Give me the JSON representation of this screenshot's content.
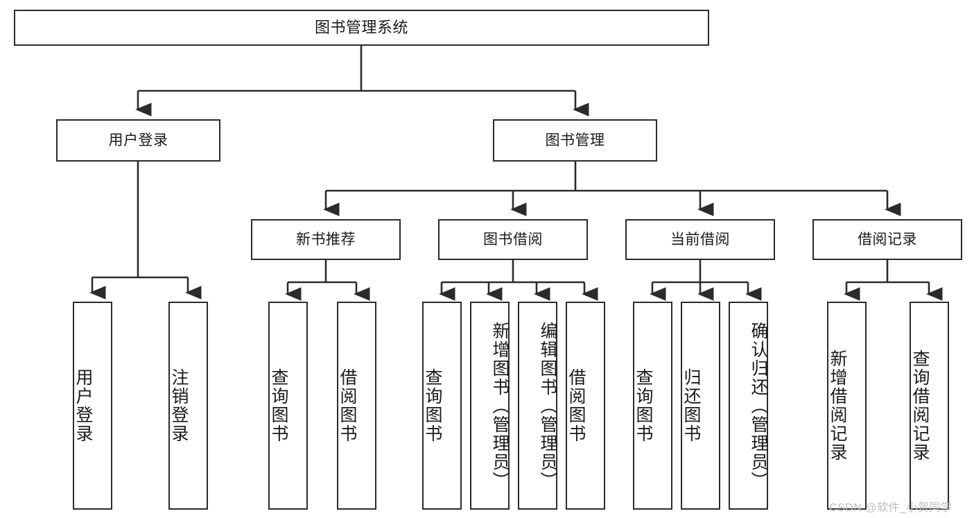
{
  "diagram": {
    "title": "图书管理系统",
    "type": "hierarchy-tree",
    "colors": {
      "box_border": "#2b2b2b",
      "box_fill": "#ffffff",
      "connector": "#2b2b2b",
      "watermark": "#bdbdbd",
      "background": "#ffffff"
    },
    "root": {
      "label": "图书管理系统"
    },
    "level2": [
      {
        "id": "user-login",
        "label": "用户登录"
      },
      {
        "id": "book-management",
        "label": "图书管理"
      }
    ],
    "level3": [
      {
        "id": "new-book-recommend",
        "label": "新书推荐"
      },
      {
        "id": "book-borrow",
        "label": "图书借阅"
      },
      {
        "id": "current-borrow",
        "label": "当前借阅"
      },
      {
        "id": "borrow-record",
        "label": "借阅记录"
      }
    ],
    "leaves": {
      "user-login": [
        {
          "id": "leaf-user-login",
          "label": "用户登录"
        },
        {
          "id": "leaf-logout",
          "label": "注销登录"
        }
      ],
      "new-book-recommend": [
        {
          "id": "leaf-query-book-1",
          "label": "查询图书"
        },
        {
          "id": "leaf-borrow-book-1",
          "label": "借阅图书"
        }
      ],
      "book-borrow": [
        {
          "id": "leaf-query-book-2",
          "label": "查询图书"
        },
        {
          "id": "leaf-add-book-admin",
          "label": "新增图书（管理员）"
        },
        {
          "id": "leaf-edit-book-admin",
          "label": "编辑图书（管理员）"
        },
        {
          "id": "leaf-borrow-book-2",
          "label": "借阅图书"
        }
      ],
      "current-borrow": [
        {
          "id": "leaf-query-book-3",
          "label": "查询图书"
        },
        {
          "id": "leaf-return-book",
          "label": "归还图书"
        },
        {
          "id": "leaf-confirm-return-admin",
          "label": "确认归还（管理员）"
        }
      ],
      "borrow-record": [
        {
          "id": "leaf-add-borrow-record",
          "label": "新增借阅记录"
        },
        {
          "id": "leaf-query-borrow-record",
          "label": "查询借阅记录"
        }
      ]
    },
    "watermark": "CSDN @软件_小贺同学"
  }
}
